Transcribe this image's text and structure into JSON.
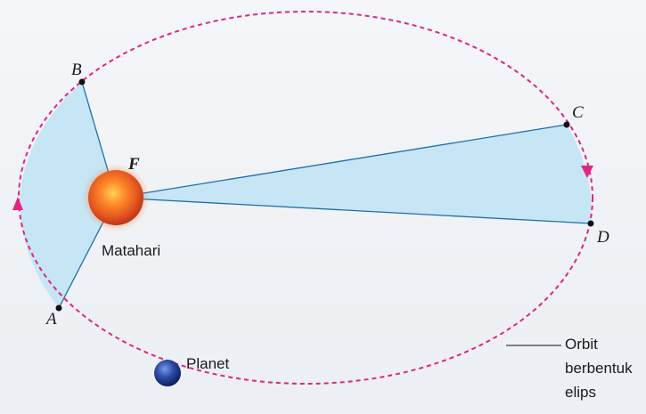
{
  "diagram": {
    "points": {
      "a": "A",
      "b": "B",
      "c": "C",
      "d": "D",
      "focus": "F"
    },
    "sun_label": "Matahari",
    "planet_label": "Planet",
    "orbit_label": [
      "Orbit",
      "berbentuk",
      "elips"
    ]
  },
  "colors": {
    "orbit": "#e0267f",
    "area_fill": "#c6e6f6",
    "radius_line": "#1e6fa8",
    "sun": "#e2531f",
    "planet": "#1f3c8f"
  }
}
